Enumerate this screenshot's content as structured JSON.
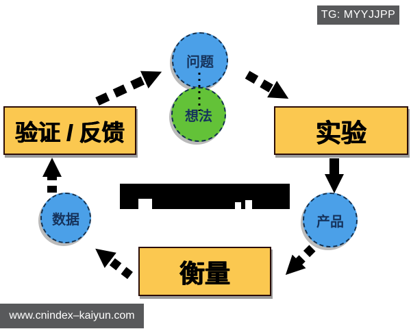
{
  "header": {
    "tg_badge": "TG: MYYJJPP"
  },
  "footer": {
    "watermark": "www.cnindex–kaiyun.com"
  },
  "diagram": {
    "nodes": {
      "problem": "问题",
      "idea": "想法",
      "experiment": "实验",
      "product": "产品",
      "measure": "衡量",
      "data": "数据",
      "validate": "验证 / 反馈"
    },
    "edges": [
      {
        "from": "problem",
        "to": "idea",
        "style": "dotted"
      },
      {
        "from": "idea",
        "to": "experiment",
        "style": "dashed-thick"
      },
      {
        "from": "experiment",
        "to": "product",
        "style": "dashed-thick"
      },
      {
        "from": "product",
        "to": "measure",
        "style": "dashed-thick"
      },
      {
        "from": "measure",
        "to": "data",
        "style": "dashed-thick"
      },
      {
        "from": "data",
        "to": "validate",
        "style": "dashed-thick"
      },
      {
        "from": "validate",
        "to": "problem",
        "style": "dashed-thick"
      }
    ],
    "colors": {
      "circle_blue": "#4ba0e8",
      "circle_green": "#63c238",
      "box_yellow": "#fbc850",
      "badge_gray": "#58595b",
      "node_text": "#16335c",
      "arrow_black": "#000000",
      "background": "#ffffff"
    }
  }
}
